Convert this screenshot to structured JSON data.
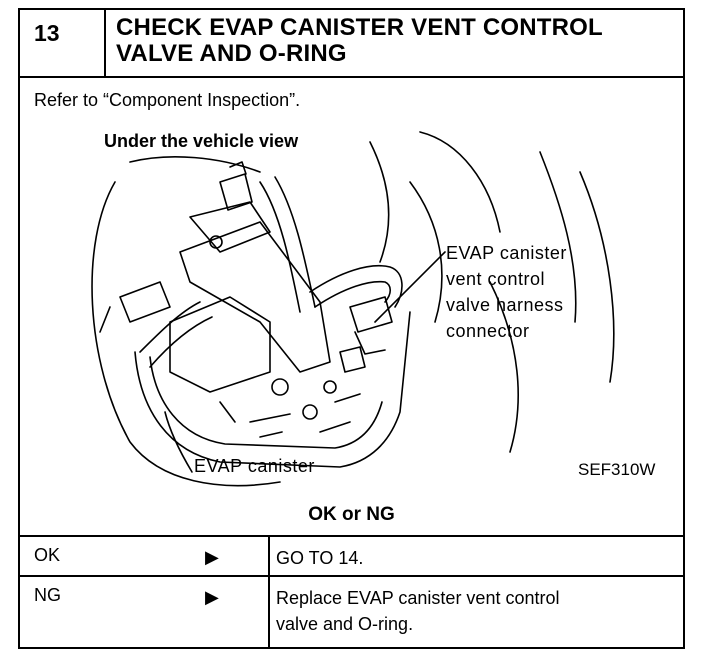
{
  "step": {
    "number": "13",
    "title": "CHECK EVAP CANISTER VENT CONTROL\nVALVE AND O-RING"
  },
  "instruction": "Refer to “Component Inspection”.",
  "figure": {
    "view_label": "Under the vehicle view",
    "callout_connector": "EVAP canister\nvent control\nvalve harness\nconnector",
    "callout_canister": "EVAP canister",
    "figure_code": "SEF310W"
  },
  "decision_label": "OK or NG",
  "results": [
    {
      "result": "OK",
      "arrow": "▶",
      "action": "GO TO 14."
    },
    {
      "result": "NG",
      "arrow": "▶",
      "action": "Replace EVAP canister vent control\nvalve and O-ring."
    }
  ]
}
